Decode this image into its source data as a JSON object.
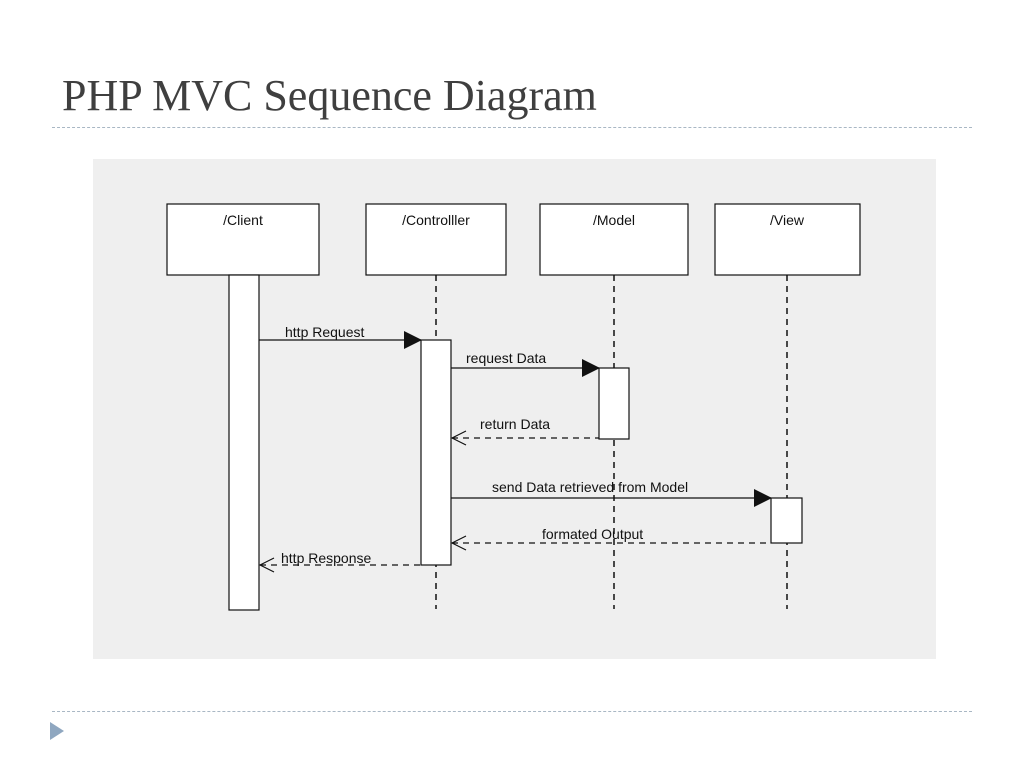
{
  "slide": {
    "title": "PHP MVC Sequence Diagram"
  },
  "diagram": {
    "participants": [
      {
        "id": "client",
        "label": "/Client"
      },
      {
        "id": "controller",
        "label": "/Controlller"
      },
      {
        "id": "model",
        "label": "/Model"
      },
      {
        "id": "view",
        "label": "/View"
      }
    ],
    "messages": [
      {
        "id": "http-request",
        "from": "client",
        "to": "controller",
        "label": "http Request",
        "style": "sync"
      },
      {
        "id": "request-data",
        "from": "controller",
        "to": "model",
        "label": "request Data",
        "style": "sync"
      },
      {
        "id": "return-data",
        "from": "model",
        "to": "controller",
        "label": "return Data",
        "style": "return"
      },
      {
        "id": "send-data",
        "from": "controller",
        "to": "view",
        "label": "send Data retrieved from Model",
        "style": "sync"
      },
      {
        "id": "formated-output",
        "from": "view",
        "to": "controller",
        "label": "formated Output",
        "style": "return"
      },
      {
        "id": "http-response",
        "from": "controller",
        "to": "client",
        "label": "http Response",
        "style": "return"
      }
    ],
    "colors": {
      "line": "#111111",
      "box_fill": "#ffffff",
      "panel": "#efefef"
    }
  }
}
